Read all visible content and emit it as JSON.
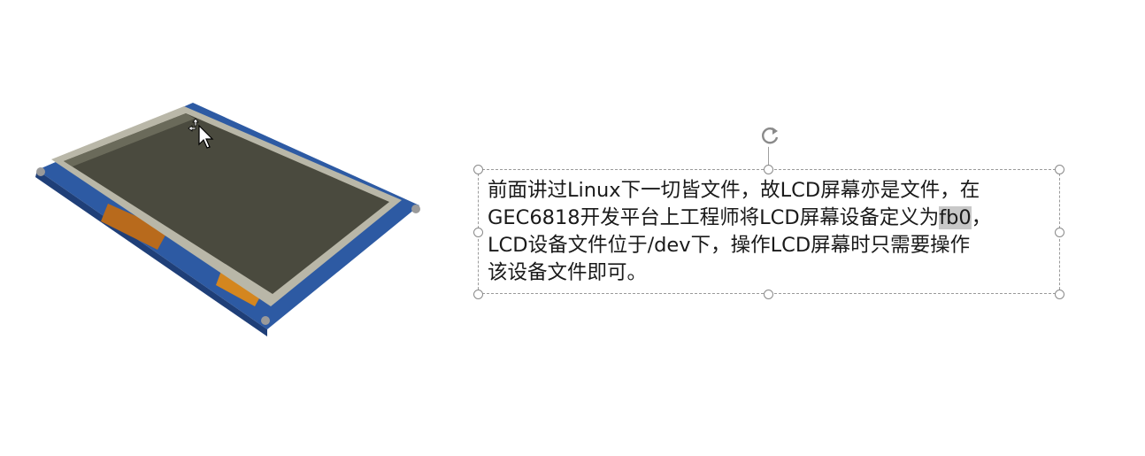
{
  "textbox": {
    "line1": "前面讲过Linux下一切皆文件，故LCD屏幕亦是文件，在",
    "line2_before": "GEC6818开发平台上工程师将LCD屏幕设备定义为",
    "line2_highlight": "fb0",
    "line2_after": "，",
    "line3": "LCD设备文件位于/dev下，操作LCD屏幕时只需要操作",
    "line4": "该设备文件即可。"
  },
  "colors": {
    "background": "#ffffff",
    "text": "#1a1a1a",
    "highlight": "#c8c8c8",
    "pcb_blue": "#2e5fa8",
    "screen": "#4a4a3e"
  },
  "icons": {
    "cursor": "move-cursor-icon",
    "rotate": "rotate-icon"
  }
}
